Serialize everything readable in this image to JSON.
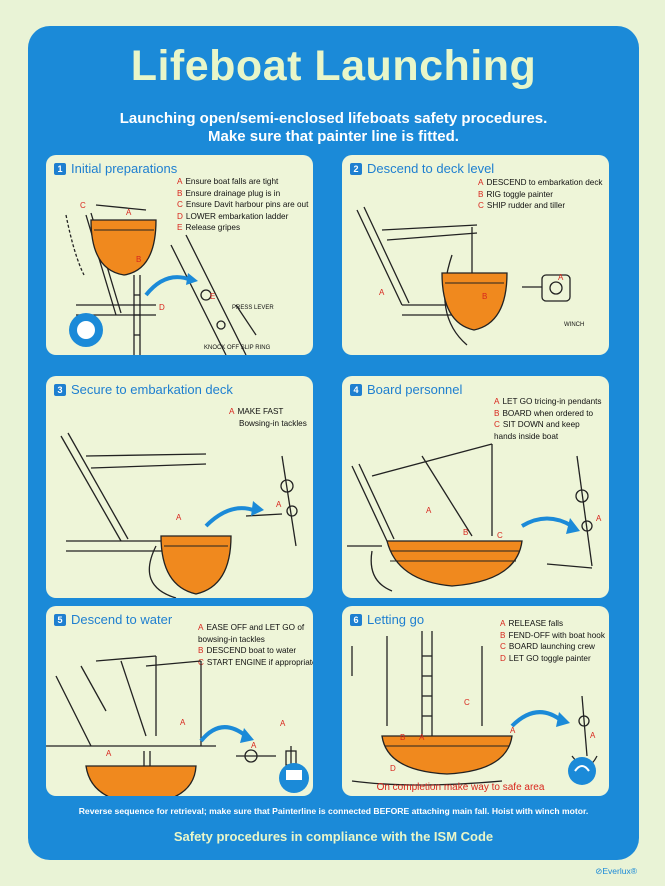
{
  "title": "Lifeboat Launching",
  "subtitle_line1": "Launching open/semi-enclosed lifeboats safety procedures.",
  "subtitle_line2": "Make sure that painter line is fitted.",
  "panels": [
    {
      "num": "1",
      "title": "Initial preparations",
      "steps": [
        {
          "l": "A",
          "t": "Ensure boat falls are tight"
        },
        {
          "l": "B",
          "t": "Ensure drainage plug is in"
        },
        {
          "l": "C",
          "t": "Ensure Davit harbour pins are out"
        },
        {
          "l": "D",
          "t": "LOWER embarkation ladder"
        },
        {
          "l": "E",
          "t": "Release gripes"
        }
      ],
      "labels": {
        "press_lever": "PRESS LEVER",
        "knock_off": "KNOCK OFF SLIP RING"
      }
    },
    {
      "num": "2",
      "title": "Descend to deck level",
      "steps": [
        {
          "l": "A",
          "t": "DESCEND to embarkation deck"
        },
        {
          "l": "B",
          "t": "RIG toggle painter"
        },
        {
          "l": "C",
          "t": "SHIP rudder and tiller"
        }
      ],
      "labels": {
        "winch": "WINCH"
      }
    },
    {
      "num": "3",
      "title": "Secure to embarkation deck",
      "steps": [
        {
          "l": "A",
          "t": "MAKE FAST"
        }
      ],
      "step_extra": "Bowsing-in tackles"
    },
    {
      "num": "4",
      "title": "Board personnel",
      "steps": [
        {
          "l": "A",
          "t": "LET GO tricing-in pendants"
        },
        {
          "l": "B",
          "t": "BOARD when ordered to"
        },
        {
          "l": "C",
          "t": "SIT DOWN and keep hands inside boat"
        }
      ]
    },
    {
      "num": "5",
      "title": "Descend to water",
      "steps": [
        {
          "l": "A",
          "t": "EASE OFF and LET GO of bowsing-in tackles"
        },
        {
          "l": "B",
          "t": "DESCEND boat to water"
        },
        {
          "l": "C",
          "t": "START ENGINE if appropriate"
        }
      ]
    },
    {
      "num": "6",
      "title": "Letting go",
      "steps": [
        {
          "l": "A",
          "t": "RELEASE falls"
        },
        {
          "l": "B",
          "t": "FEND-OFF with boat hook"
        },
        {
          "l": "C",
          "t": "BOARD launching crew"
        },
        {
          "l": "D",
          "t": "LET GO toggle painter"
        }
      ],
      "completion": "On completion make way to safe area"
    }
  ],
  "footer_note": "Reverse sequence for retrieval; make sure that Painterline is connected BEFORE attaching main fall. Hoist with winch motor.",
  "footer_compliance": "Safety procedures in compliance with the ISM Code",
  "brand": "Everlux",
  "colors": {
    "background": "#e9f3d6",
    "poster_blue": "#1b8ad8",
    "panel": "#eef5d8",
    "accent_red": "#d8261d",
    "boat_orange": "#f0891e"
  }
}
